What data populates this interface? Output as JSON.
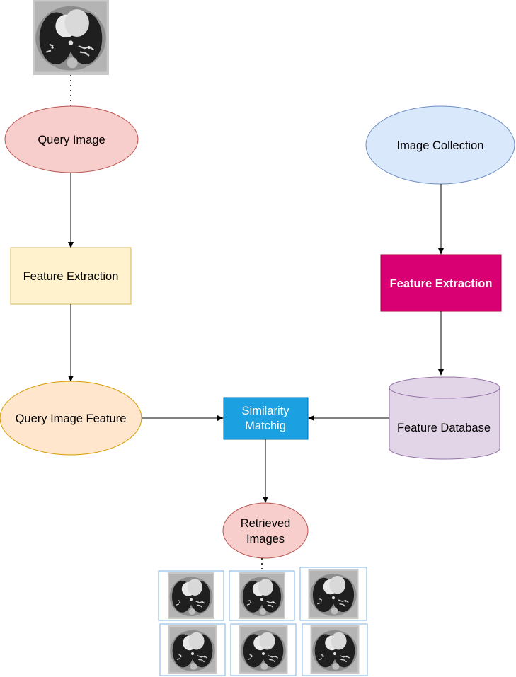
{
  "diagram": {
    "query_image_label": "Query Image",
    "feature_extraction_left": "Feature Extraction",
    "query_image_feature": "Query Image Feature",
    "similarity_line1": "Similarity",
    "similarity_line2": "Matchig",
    "retrieved_line1": "Retrieved",
    "retrieved_line2": "Images",
    "image_collection": "Image Collection",
    "feature_extraction_right": "Feature Extraction",
    "feature_database": "Feature Database"
  },
  "colors": {
    "query_ellipse_fill": "#f8cecc",
    "query_ellipse_stroke": "#b85450",
    "fe_left_fill": "#fff2cc",
    "fe_left_stroke": "#d6b656",
    "qif_fill": "#ffe6cc",
    "qif_stroke": "#d79b00",
    "similarity_fill": "#1ba1e2",
    "similarity_stroke": "#006eaf",
    "collection_fill": "#dae8fc",
    "collection_stroke": "#6c8ebf",
    "fe_right_fill": "#d80073",
    "fe_right_stroke": "#a50040",
    "database_fill": "#e1d5e7",
    "database_stroke": "#9673a6",
    "ct_frame": "#c9c9c9",
    "ct_body": "#8d8d8d",
    "ct_lung": "#1f1f1f"
  },
  "thumbnails": {
    "query_scan_icon": "ct-scan-image",
    "retrieved_scan_icon": "ct-scan-image",
    "retrieved_count": 6
  }
}
